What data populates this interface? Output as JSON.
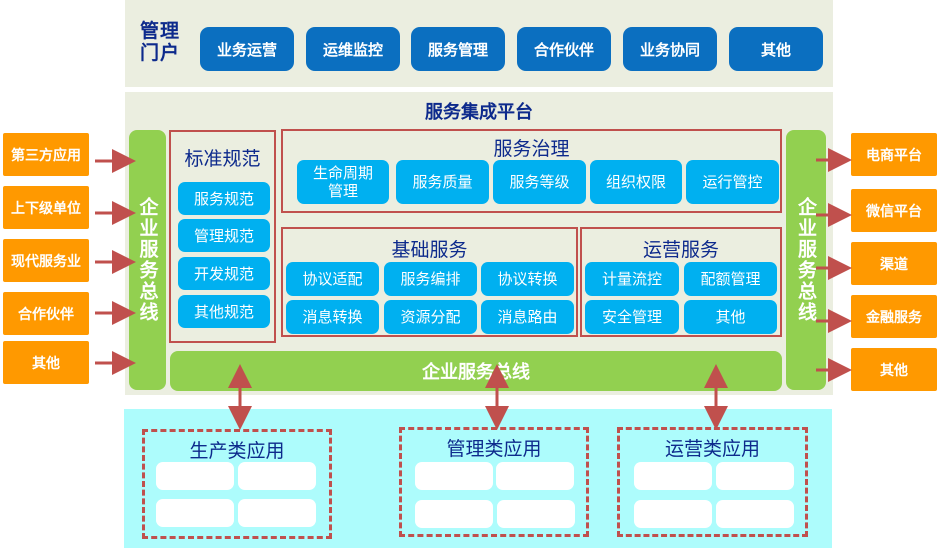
{
  "portal": {
    "title": "管理门户",
    "buttons": [
      "业务运营",
      "运维监控",
      "服务管理",
      "合作伙伴",
      "业务协同",
      "其他"
    ]
  },
  "platform": {
    "title": "服务集成平台",
    "left_bus": "企业服务总线",
    "right_bus": "企业服务总线",
    "bottom_bus": "企业服务总线",
    "standards": {
      "title": "标准规范",
      "items": [
        "服务规范",
        "管理规范",
        "开发规范",
        "其他规范"
      ]
    },
    "governance": {
      "title": "服务治理",
      "items": [
        "生命周期管理",
        "服务质量",
        "服务等级",
        "组织权限",
        "运行管控"
      ]
    },
    "basic_services": {
      "title": "基础服务",
      "items": [
        "协议适配",
        "服务编排",
        "协议转换",
        "消息转换",
        "资源分配",
        "消息路由"
      ]
    },
    "operation_services": {
      "title": "运营服务",
      "items": [
        "计量流控",
        "配额管理",
        "安全管理",
        "其他"
      ]
    }
  },
  "inputs": [
    "第三方应用",
    "上下级单位",
    "现代服务业",
    "合作伙伴",
    "其他"
  ],
  "outputs": [
    "电商平台",
    "微信平台",
    "渠道",
    "金融服务",
    "其他"
  ],
  "applications": [
    {
      "title": "生产类应用"
    },
    {
      "title": "管理类应用"
    },
    {
      "title": "运营类应用"
    }
  ],
  "colors": {
    "portal_button": "#0b6fc0",
    "service_button": "#00b0f0",
    "bus_green": "#92d050",
    "external_orange": "#ff9900",
    "border_red": "#c0504d",
    "title_navy": "#0d2a8c",
    "app_band_cyan": "#adfcfc",
    "band_beige": "#ebeee0"
  }
}
